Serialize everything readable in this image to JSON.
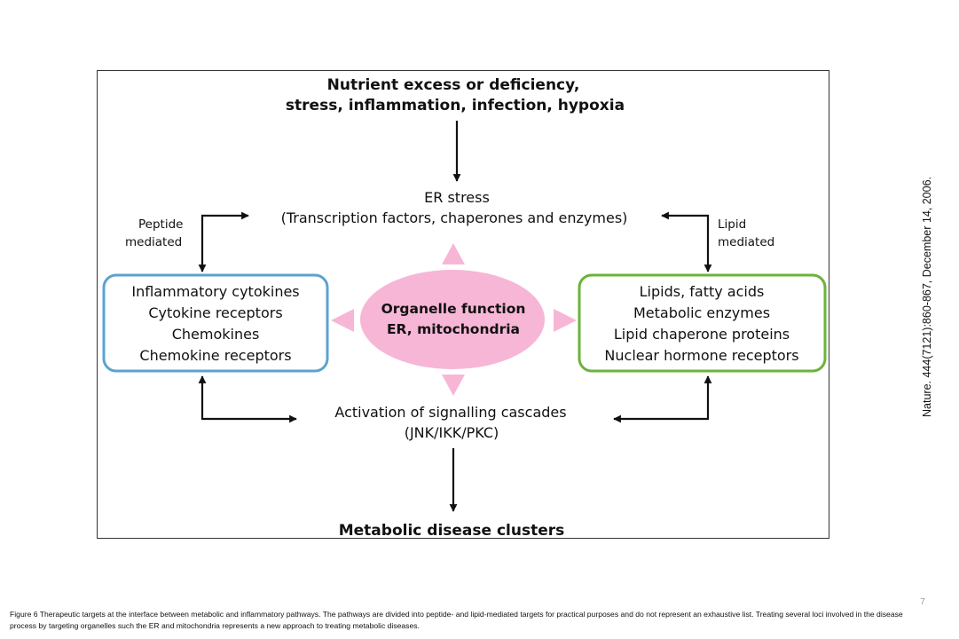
{
  "diagram": {
    "top_title": {
      "line1": "Nutrient excess or deficiency,",
      "line2": "stress, inflammation, infection, hypoxia"
    },
    "er_stress": {
      "line1": "ER stress",
      "line2": "(Transcription factors, chaperones and enzymes)"
    },
    "left_label": {
      "line1": "Peptide",
      "line2": "mediated"
    },
    "right_label": {
      "line1": "Lipid",
      "line2": "mediated"
    },
    "left_box": {
      "items": [
        "Inflammatory cytokines",
        "Cytokine receptors",
        "Chemokines",
        "Chemokine receptors"
      ],
      "border_color": "#5ba3cf"
    },
    "right_box": {
      "items": [
        "Lipids, fatty acids",
        "Metabolic enzymes",
        "Lipid chaperone proteins",
        "Nuclear hormone receptors"
      ],
      "border_color": "#6bb33a"
    },
    "center": {
      "line1": "Organelle function",
      "line2": "ER, mitochondria",
      "fill_color": "#f7b6d6"
    },
    "signalling": {
      "line1": "Activation of signalling cascades",
      "line2": "(JNK/IKK/PKC)"
    },
    "bottom_title": "Metabolic disease clusters"
  },
  "citation": "Nature. 444(7121):860-867, December 14, 2006.",
  "page_number": "7",
  "caption": "Figure 6  Therapeutic targets at the interface between metabolic and inflammatory pathways. The pathways are divided into peptide- and lipid-mediated targets for practical purposes and do not represent an exhaustive list. Treating several loci involved in the disease process by targeting organelles such the ER and mitochondria represents a new approach to treating metabolic diseases."
}
